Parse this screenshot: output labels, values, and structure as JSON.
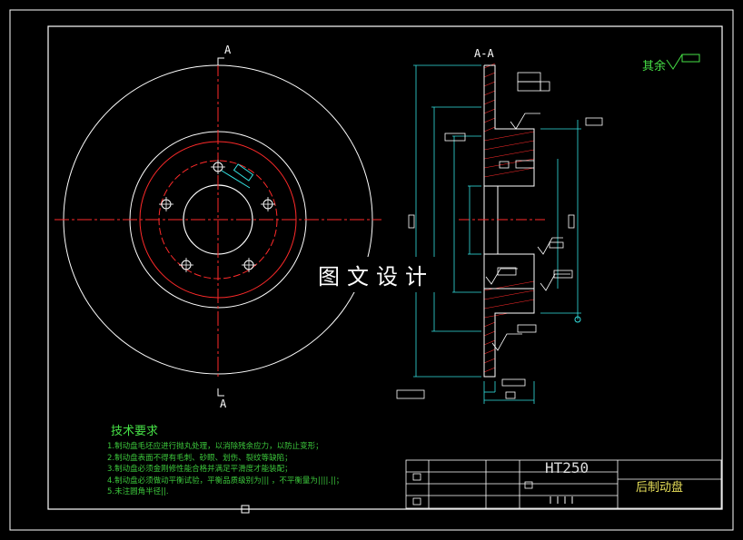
{
  "drawing": {
    "section_label": "A-A",
    "cut_label_top": "A",
    "cut_label_bottom": "A",
    "roughness_note": "其余",
    "watermark": "图文设计",
    "title_block": {
      "material": "HT250",
      "part_name": "后制动盘"
    },
    "tech_requirements": {
      "title": "技术要求",
      "notes": [
        "1.制动盘毛坯应进行抛丸处理，以消除残余应力，以防止变形；",
        "2.制动盘表面不得有毛刺、砂眼、划伤、裂纹等缺陷；",
        "3.制动盘必须金刚修性能合格并满足平滑度才能装配；",
        "4.制动盘必须做动平衡试验，平衡品质级别为||| ，不平衡量为||||.||；",
        "5.未注圆角半径||."
      ]
    },
    "colors": {
      "outline": "#ffffff",
      "centerline": "#ff2a2a",
      "dimension": "#33e0e0",
      "hatch": "#ff2a2a",
      "text_green": "#46e046",
      "partname_yellow": "#e8e05a"
    }
  }
}
